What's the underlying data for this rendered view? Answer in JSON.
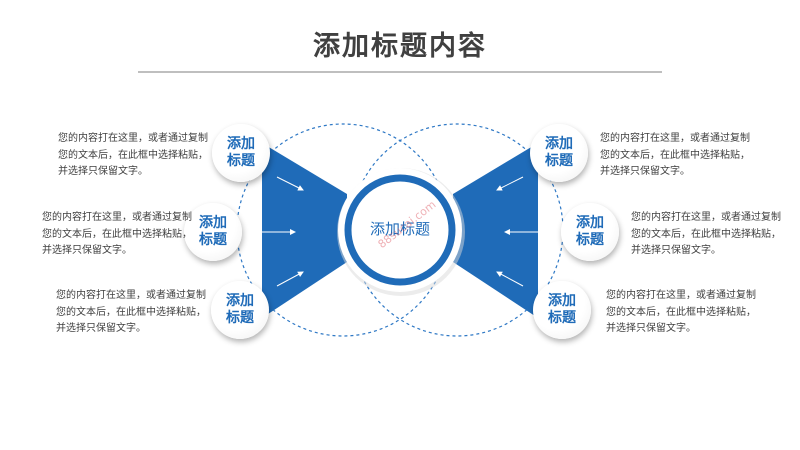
{
  "title": "添加标题内容",
  "center": {
    "label": "添加标题",
    "watermark": "88sucai.com"
  },
  "nodes": [
    {
      "label": "添加\n标题",
      "desc": "您的内容打在这里，或者通过复制您的文本后，在此框中选择粘贴，并选择只保留文字。"
    },
    {
      "label": "添加\n标题",
      "desc": "您的内容打在这里，或者通过复制您的文本后，在此框中选择粘贴，并选择只保留文字。"
    },
    {
      "label": "添加\n标题",
      "desc": "您的内容打在这里，或者通过复制您的文本后，在此框中选择粘贴，并选择只保留文字。"
    },
    {
      "label": "添加\n标题",
      "desc": "您的内容打在这里，或者通过复制您的文本后，在此框中选择粘贴，并选择只保留文字。"
    },
    {
      "label": "添加\n标题",
      "desc": "您的内容打在这里，或者通过复制您的文本后，在此框中选择粘贴，并选择只保留文字。"
    },
    {
      "label": "添加\n标题",
      "desc": "您的内容打在这里，或者通过复制您的文本后，在此框中选择粘贴，并选择只保留文字。"
    }
  ],
  "colors": {
    "accent": "#1f6bb8",
    "title": "#404040",
    "text": "#404040"
  }
}
